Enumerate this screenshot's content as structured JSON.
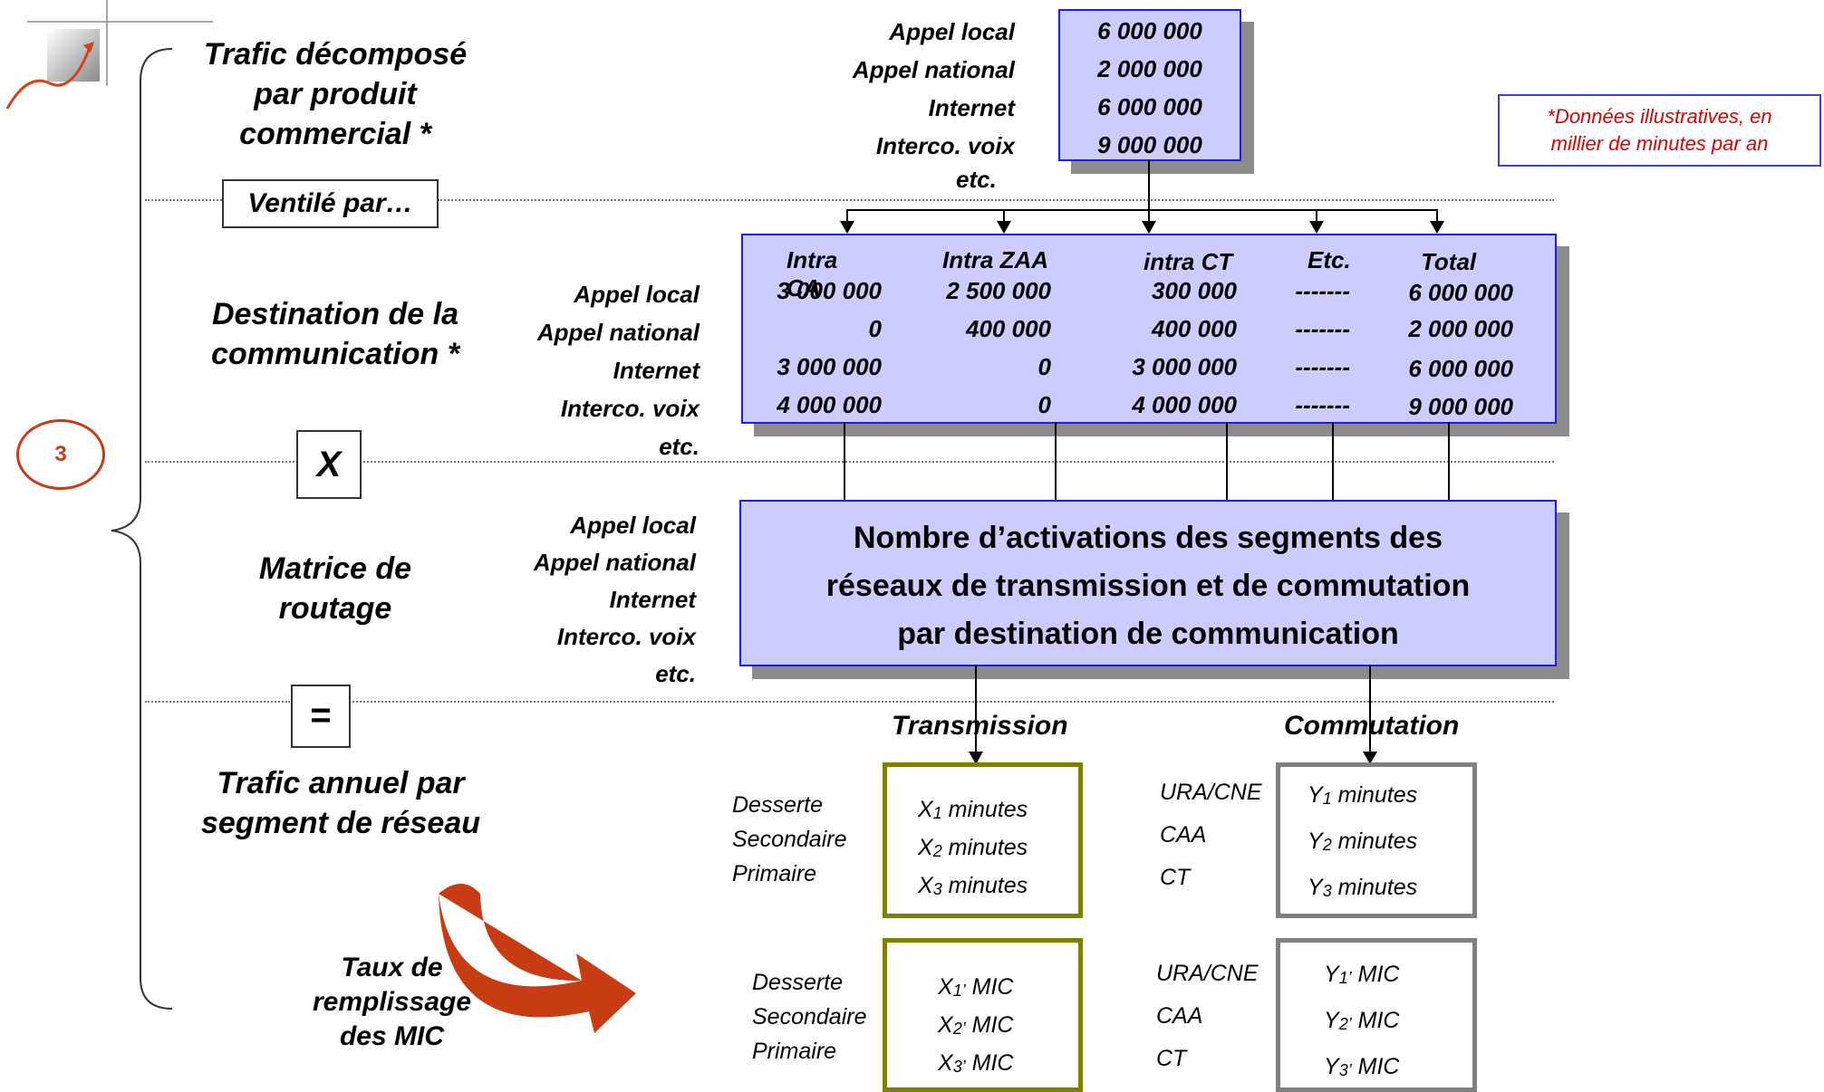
{
  "circle_number": "3",
  "left_labels": {
    "l1a": "Trafic décomposé",
    "l1b": "par produit",
    "l1c": "commercial *",
    "ventile": "Ventilé par…",
    "l2a": "Destination de la",
    "l2b": "communication *",
    "times": "X",
    "l3a": "Matrice de",
    "l3b": "routage",
    "equals": "=",
    "l4a": "Trafic annuel par",
    "l4b": "segment de réseau",
    "l5a": "Taux de",
    "l5b": "remplissage",
    "l5c": "des MIC"
  },
  "note": {
    "line1": "*Données illustratives, en",
    "line2": "millier de minutes par an"
  },
  "top_table": {
    "rows": [
      {
        "label": "Appel local",
        "value": "6 000 000"
      },
      {
        "label": "Appel national",
        "value": "2 000 000"
      },
      {
        "label": "Internet",
        "value": "6 000 000"
      },
      {
        "label": "Interco. voix",
        "value": "9 000 000"
      }
    ],
    "etc": "etc."
  },
  "dest_table": {
    "headers": [
      "Intra CA",
      "Intra ZAA",
      "intra CT",
      "Etc.",
      "Total"
    ],
    "rows": [
      {
        "label": "Appel local",
        "cells": [
          "3 000 000",
          "2 500 000",
          "300 000",
          "-------",
          "6 000 000"
        ]
      },
      {
        "label": "Appel national",
        "cells": [
          "0",
          "400 000",
          "400 000",
          "-------",
          "2 000 000"
        ]
      },
      {
        "label": "Internet",
        "cells": [
          "3 000 000",
          "0",
          "3 000 000",
          "-------",
          "6 000 000"
        ]
      },
      {
        "label": "Interco. voix",
        "cells": [
          "4 000 000",
          "0",
          "4 000 000",
          "-------",
          "9 000 000"
        ]
      }
    ],
    "etc": "etc."
  },
  "routing": {
    "row_labels": [
      "Appel local",
      "Appel national",
      "Internet",
      "Interco. voix",
      "etc."
    ],
    "line1": "Nombre d’activations des segments des",
    "line2": "réseaux de transmission et de commutation",
    "line3": "par destination de communication"
  },
  "transmission": {
    "title": "Transmission",
    "labels": [
      "Desserte",
      "Secondaire",
      "Primaire"
    ],
    "minutes": [
      {
        "var": "X",
        "sub": "1",
        "unit": " minutes"
      },
      {
        "var": "X",
        "sub": "2",
        "unit": " minutes"
      },
      {
        "var": "X",
        "sub": "3",
        "unit": " minutes"
      }
    ],
    "mic": [
      {
        "var": "X",
        "sub": "1’",
        "unit": " MIC"
      },
      {
        "var": "X",
        "sub": "2’",
        "unit": " MIC"
      },
      {
        "var": "X",
        "sub": "3’",
        "unit": " MIC"
      }
    ]
  },
  "commutation": {
    "title": "Commutation",
    "labels": [
      "URA/CNE",
      "CAA",
      "CT"
    ],
    "minutes": [
      {
        "var": "Y",
        "sub": "1",
        "unit": " minutes"
      },
      {
        "var": "Y",
        "sub": "2",
        "unit": " minutes"
      },
      {
        "var": "Y",
        "sub": "3",
        "unit": " minutes"
      }
    ],
    "mic": [
      {
        "var": "Y",
        "sub": "1’",
        "unit": " MIC"
      },
      {
        "var": "Y",
        "sub": "2’",
        "unit": " MIC"
      },
      {
        "var": "Y",
        "sub": "3’",
        "unit": " MIC"
      }
    ]
  },
  "colors": {
    "box_fill": "#ccccff",
    "box_border": "#1a1aff",
    "note_red": "#e00000",
    "accent_orange": "#c83c14",
    "olive": "#808000",
    "grey": "#808080"
  }
}
